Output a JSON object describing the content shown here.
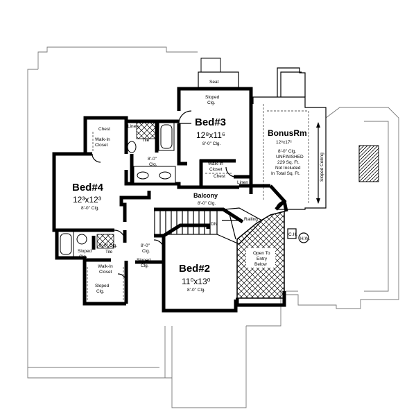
{
  "rooms": {
    "bed3": {
      "name": "Bed#3",
      "dims": "12⁸x11⁶",
      "ceiling": "8'-0\" Clg."
    },
    "bed4": {
      "name": "Bed#4",
      "dims": "12³x12³",
      "ceiling": "8'-0\" Clg."
    },
    "bed2": {
      "name": "Bed#2",
      "dims": "11⁰x13⁰",
      "ceiling": "8'-0\" Clg."
    },
    "bonus": {
      "name": "BonusRm",
      "dims": "12⁸x17²",
      "notes": [
        "8'-0\" Clg.",
        "UNFINISHED",
        "229 Sq. Ft.",
        "Not Included",
        "In Total Sq. Ft."
      ],
      "side_label": "Sloped Ceiling"
    },
    "balcony": {
      "name": "Balcony",
      "ceiling": "8'-0\" Clg."
    }
  },
  "labels": {
    "seat": "Seat",
    "sloped_clg_top": [
      "Sloped",
      "Clg."
    ],
    "chest_top": "Chest",
    "linen_top": "Linen",
    "tile_top": "Tile",
    "walkin_top": [
      "Walk-In",
      "Closet"
    ],
    "clg_8_top": [
      "8'-0\"",
      "Clg."
    ],
    "walkin_bed3": [
      "Walk-In",
      "Closet"
    ],
    "chest_bed3": "Chest",
    "linen_bed3": "Linen",
    "railing": "Railing",
    "dn": "DN",
    "ch": "C.H.",
    "hw": "H.W.",
    "open_to_entry": [
      "Open To",
      "Entry",
      "Below"
    ],
    "sloped_clg_bath": [
      "Sloped",
      "Clg."
    ],
    "clg_8_bath": "8'-0\" Clg.",
    "tile_bath": "Tile",
    "walkin_bottom": [
      "Walk-In",
      "Closet"
    ],
    "sloped_clg_bottom": [
      "Sloped",
      "Clg."
    ],
    "clg_8_hall": [
      "8'-0\"",
      "Clg."
    ],
    "sloped_clg_hall": [
      "Sloped",
      "Clg."
    ]
  }
}
